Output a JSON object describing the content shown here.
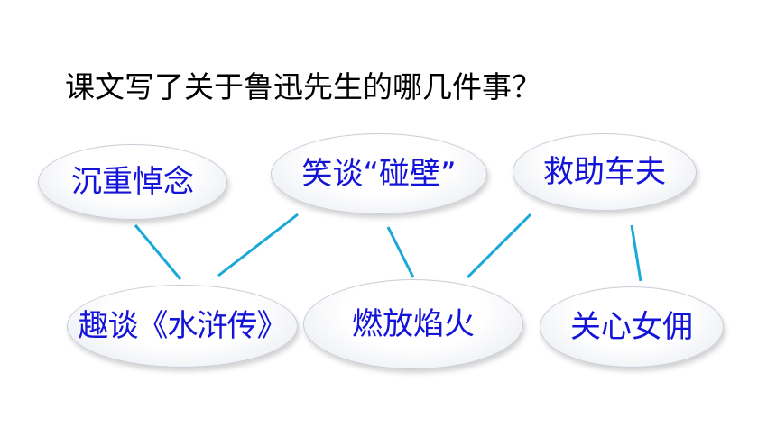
{
  "question": "课文写了关于鲁迅先生的哪几件事？",
  "events_top": [
    {
      "label": "沉重悼念"
    },
    {
      "label": "笑谈“碰壁”"
    },
    {
      "label": "救助车夫"
    }
  ],
  "events_bottom": [
    {
      "label": "趣谈《水浒传》"
    },
    {
      "label": "燃放焰火"
    },
    {
      "label": "关心女佣"
    }
  ],
  "colors": {
    "text": "#1414d8",
    "connector": "#1aa8d8",
    "question": "#000000"
  }
}
